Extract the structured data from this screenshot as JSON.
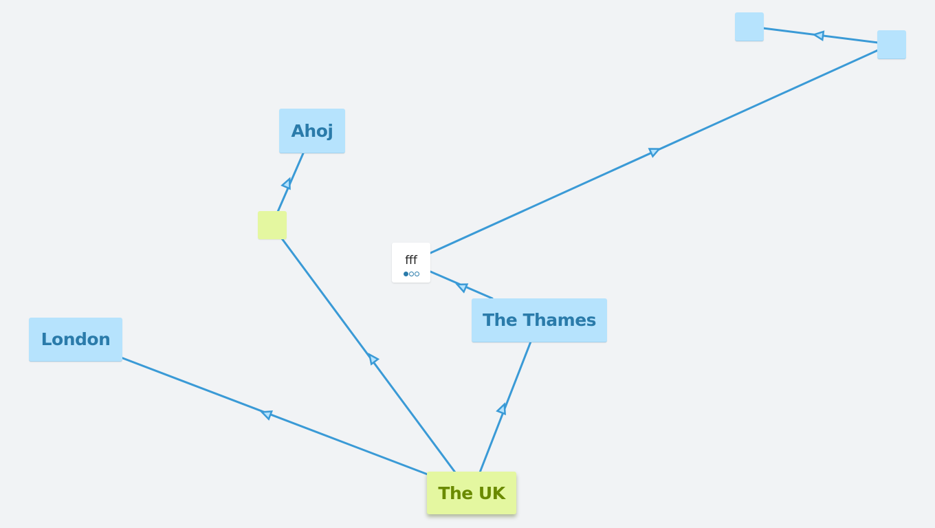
{
  "canvas": {
    "background": "#f1f3f5",
    "edge_color": "#3a9ad6",
    "arrow_fill": "#b6e3fd"
  },
  "nodes": {
    "root": {
      "label": "The UK",
      "color": "#e4f7a0",
      "text_color": "#6a8a00"
    },
    "london": {
      "label": "London",
      "color": "#b6e3fd",
      "text_color": "#2a7baa"
    },
    "ahoj": {
      "label": "Ahoj",
      "color": "#b6e3fd",
      "text_color": "#2a7baa"
    },
    "thames": {
      "label": "The Thames",
      "color": "#b6e3fd",
      "text_color": "#2a7baa"
    },
    "fff": {
      "label": "fff",
      "dots": [
        "filled",
        "empty",
        "empty"
      ]
    },
    "small_green": {
      "label": ""
    },
    "small_blue_right": {
      "label": ""
    },
    "small_blue_top": {
      "label": ""
    }
  },
  "edges": [
    {
      "from": "The UK",
      "to": "London"
    },
    {
      "from": "The UK",
      "to": "small_green"
    },
    {
      "from": "small_green",
      "to": "Ahoj"
    },
    {
      "from": "The UK",
      "to": "The Thames"
    },
    {
      "from": "The Thames",
      "to": "fff"
    },
    {
      "from": "fff",
      "to": "small_blue_right"
    },
    {
      "from": "small_blue_right",
      "to": "small_blue_top"
    }
  ]
}
